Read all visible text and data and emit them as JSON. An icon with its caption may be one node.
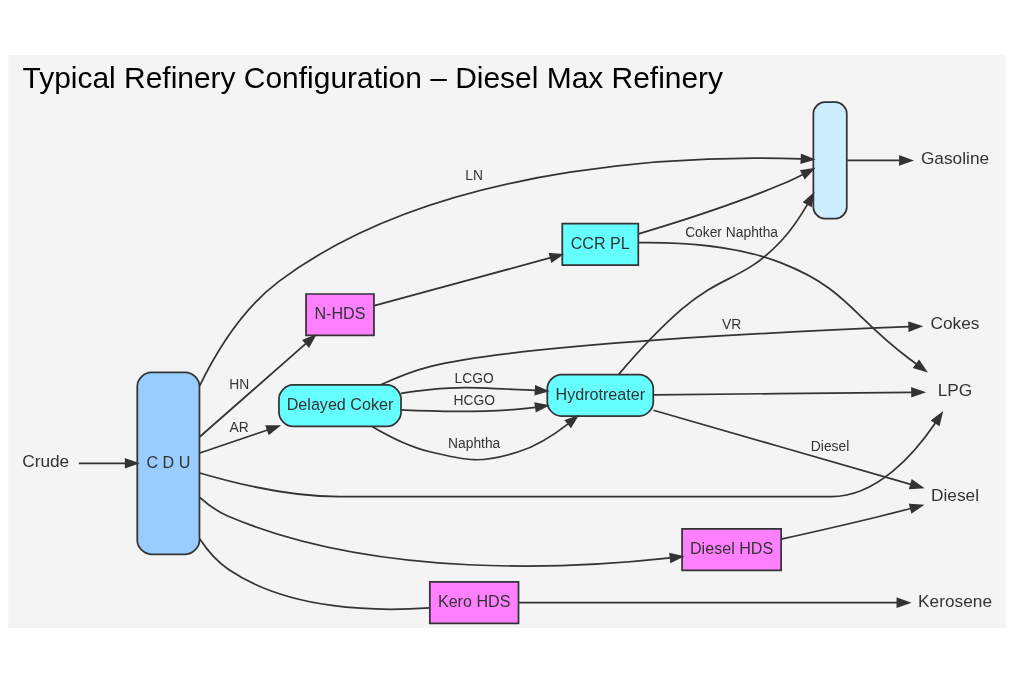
{
  "diagram": {
    "title": "Typical Refinery Configuration – Diesel Max Refinery",
    "nodes": [
      {
        "text": [
          "C D U"
        ]
      },
      {
        "text": [
          "N-HDS"
        ]
      },
      {
        "text": [
          "CCR PL"
        ]
      },
      {
        "text": [
          "Kero HDS"
        ]
      },
      {
        "text": [
          "Diesel HDS"
        ]
      },
      {
        "text": [
          "Delayed Coker"
        ]
      },
      {
        "text": [
          "Hydrotreater"
        ]
      },
      {
        "text": [],
        "shape": "box"
      },
      {
        "text": [
          "Crude"
        ]
      },
      {
        "text": [
          "LPG"
        ]
      },
      {
        "text": [
          "Gasoline"
        ]
      },
      {
        "text": [
          "Kerosene"
        ]
      },
      {
        "text": [
          "Diesel"
        ]
      },
      {
        "text": [
          "Cokes"
        ]
      }
    ],
    "edges": [
      {
        "from": 8,
        "to": 0,
        "arrow": "to"
      },
      {
        "from": 0,
        "to": 9,
        "arrow": "to"
      },
      {
        "from": 0,
        "to": 7,
        "arrow": "to",
        "label": "LN"
      },
      {
        "from": 0,
        "to": 1,
        "arrow": "to",
        "label": "HN"
      },
      {
        "from": 1,
        "to": 2,
        "arrow": "to"
      },
      {
        "from": 2,
        "to": 7,
        "arrow": "to"
      },
      {
        "from": 2,
        "to": 9,
        "arrow": "to"
      },
      {
        "from": 0,
        "to": 3,
        "arrow": "none"
      },
      {
        "from": 3,
        "to": 11,
        "arrow": "to"
      },
      {
        "from": 0,
        "to": 4,
        "arrow": "to"
      },
      {
        "from": 4,
        "to": 12,
        "arrow": "to"
      },
      {
        "from": 0,
        "to": 5,
        "arrow": "to",
        "label": "AR"
      },
      {
        "from": 5,
        "to": 6,
        "arrow": "to",
        "label": "Naphtha"
      },
      {
        "from": 5,
        "to": 6,
        "arrow": "to",
        "label": "LCGO"
      },
      {
        "from": 5,
        "to": 6,
        "arrow": "to",
        "label": "HCGO"
      },
      {
        "from": 6,
        "to": 9,
        "arrow": "to"
      },
      {
        "from": 6,
        "to": 7,
        "arrow": "to",
        "label": "Coker Naphtha"
      },
      {
        "from": 6,
        "to": 12,
        "arrow": "to",
        "label": "Diesel"
      },
      {
        "from": 5,
        "to": 13,
        "arrow": "to",
        "label": "VR"
      },
      {
        "from": 7,
        "to": 10,
        "arrow": "to"
      }
    ]
  }
}
